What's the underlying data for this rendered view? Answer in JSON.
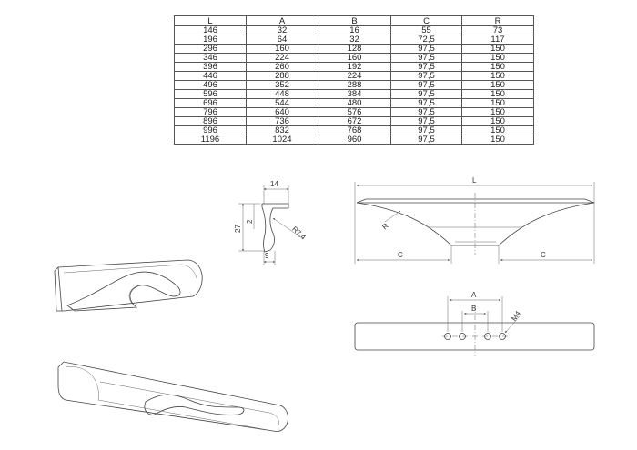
{
  "table": {
    "headers": [
      "L",
      "A",
      "B",
      "C",
      "R"
    ],
    "rows": [
      [
        "146",
        "32",
        "16",
        "55",
        "73"
      ],
      [
        "196",
        "64",
        "32",
        "72,5",
        "117"
      ],
      [
        "296",
        "160",
        "128",
        "97,5",
        "150"
      ],
      [
        "346",
        "224",
        "160",
        "97,5",
        "150"
      ],
      [
        "396",
        "260",
        "192",
        "97,5",
        "150"
      ],
      [
        "446",
        "288",
        "224",
        "97,5",
        "150"
      ],
      [
        "496",
        "352",
        "288",
        "97,5",
        "150"
      ],
      [
        "596",
        "448",
        "384",
        "97,5",
        "150"
      ],
      [
        "696",
        "544",
        "480",
        "97,5",
        "150"
      ],
      [
        "796",
        "640",
        "576",
        "97,5",
        "150"
      ],
      [
        "896",
        "736",
        "672",
        "97,5",
        "150"
      ],
      [
        "996",
        "832",
        "768",
        "97,5",
        "150"
      ],
      [
        "1196",
        "1024",
        "960",
        "97,5",
        "150"
      ]
    ]
  },
  "profile_view": {
    "width_label": "14",
    "height_label": "27",
    "inner_label": "2",
    "radius_label": "R7,4",
    "base_label": "9"
  },
  "side_view": {
    "length_label": "L",
    "radius_label": "R",
    "left_c_label": "C",
    "right_c_label": "C"
  },
  "bottom_view": {
    "a_label": "A",
    "b_label": "B",
    "thread_label": "M4"
  }
}
